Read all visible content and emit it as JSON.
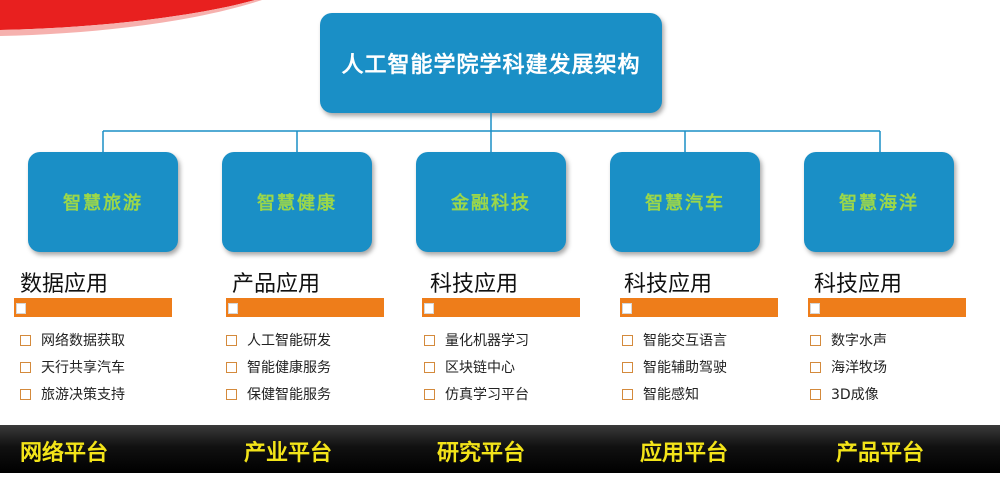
{
  "root": {
    "title": "人工智能学院学科建发展架构"
  },
  "colors": {
    "box": "#1a8fc6",
    "branch_text": "#9bd74a",
    "accent": "#ee7d1a",
    "platform_text": "#f3e419",
    "bottom_bar": "#000000"
  },
  "columns": [
    {
      "branch": "智慧旅游",
      "app": "数据应用",
      "items": [
        "网络数据获取",
        "天行共享汽车",
        "旅游决策支持"
      ]
    },
    {
      "branch": "智慧健康",
      "app": "产品应用",
      "items": [
        "人工智能研发",
        "智能健康服务",
        "保健智能服务"
      ]
    },
    {
      "branch": "金融科技",
      "app": "科技应用",
      "items": [
        "量化机器学习",
        "区块链中心",
        "仿真学习平台"
      ]
    },
    {
      "branch": "智慧汽车",
      "app": "科技应用",
      "items": [
        "智能交互语言",
        "智能辅助驾驶",
        "智能感知"
      ]
    },
    {
      "branch": "智慧海洋",
      "app": "科技应用",
      "items": [
        "数字水声",
        "海洋牧场",
        "3D成像"
      ]
    }
  ],
  "platforms": [
    "网络平台",
    "产业平台",
    "研究平台",
    "应用平台",
    "产品平台"
  ]
}
